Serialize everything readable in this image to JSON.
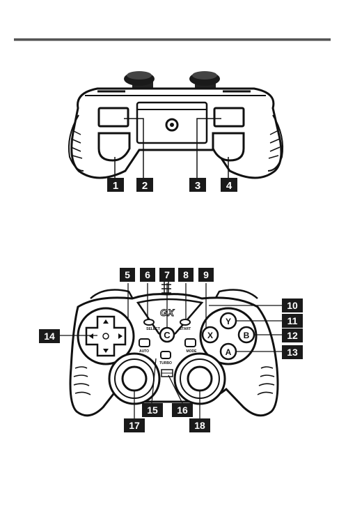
{
  "figure_top": {
    "callouts": [
      "1",
      "2",
      "3",
      "4"
    ]
  },
  "figure_bottom": {
    "callouts": [
      "5",
      "6",
      "7",
      "8",
      "9",
      "10",
      "11",
      "12",
      "13",
      "14",
      "15",
      "16",
      "17",
      "18"
    ],
    "brand_logo": "GX",
    "button_labels": {
      "y": "Y",
      "b": "B",
      "a": "A",
      "x": "X",
      "c": "C",
      "select": "SELECT",
      "start": "START",
      "auto": "AUTO",
      "turbo": "TURBO",
      "mode": "MODE"
    }
  }
}
